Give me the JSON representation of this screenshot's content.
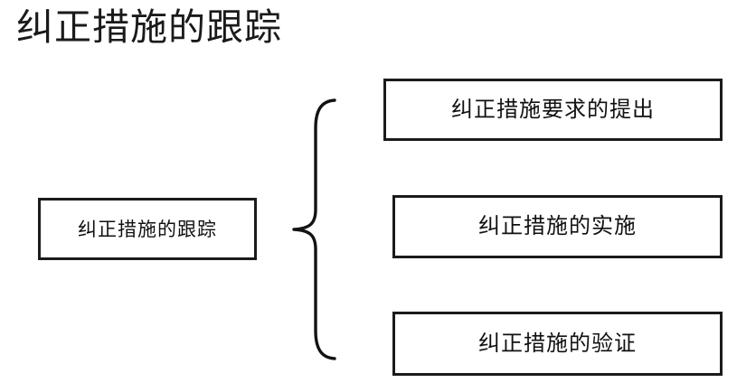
{
  "page": {
    "title": "纠正措施的跟踪",
    "background_color": "#ffffff",
    "text_color": "#111111",
    "border_color": "#1b1b1b"
  },
  "diagram": {
    "type": "brace-breakdown",
    "source": {
      "label": "纠正措施的跟踪"
    },
    "connector": {
      "icon": "left-curly-brace",
      "glyph": "{"
    },
    "steps": [
      {
        "index": 1,
        "label": "纠正措施要求的提出"
      },
      {
        "index": 2,
        "label": "纠正措施的实施"
      },
      {
        "index": 3,
        "label": "纠正措施的验证"
      }
    ]
  }
}
